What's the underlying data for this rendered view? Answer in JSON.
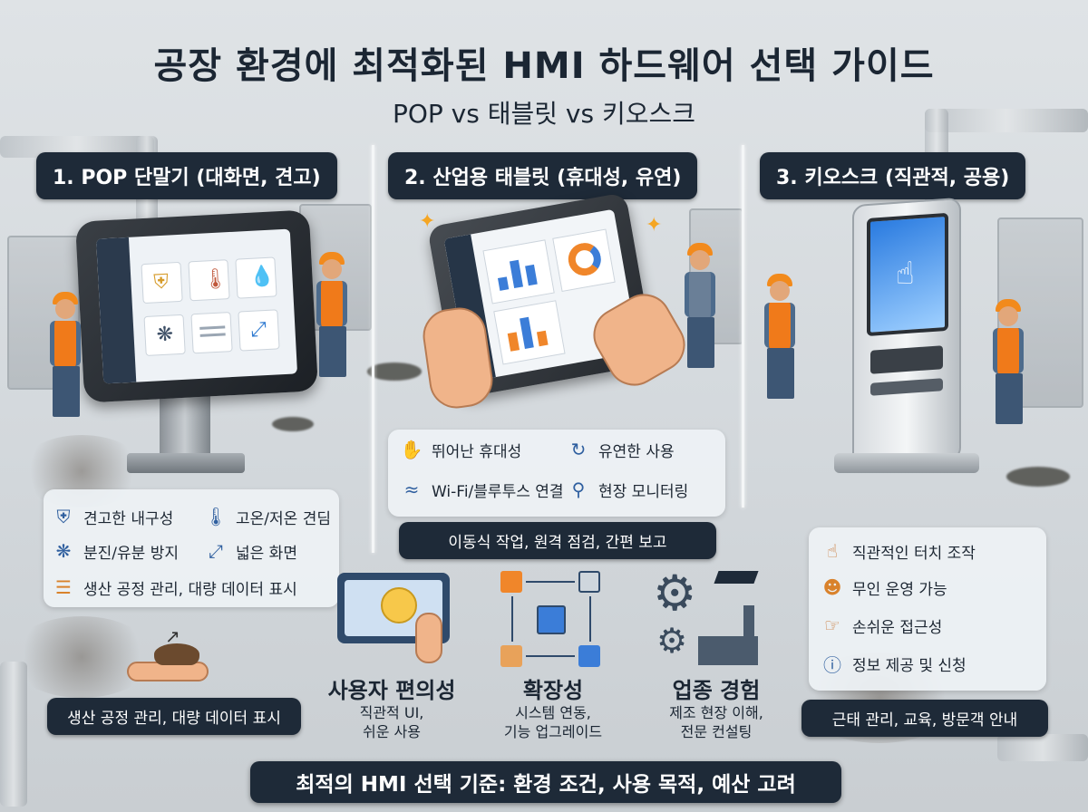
{
  "header": {
    "title": "공장 환경에 최적화된 HMI 하드웨어 선택 가이드",
    "subtitle": "POP vs 태블릿 vs 키오스크"
  },
  "sections": [
    {
      "heading": "1. POP 단말기 (대화면, 견고)",
      "features": [
        {
          "label": "견고한 내구성",
          "icon": "shield-check-icon"
        },
        {
          "label": "고온/저온 견딤",
          "icon": "thermometer-icon"
        },
        {
          "label": "분진/유분 방지",
          "icon": "dust-icon"
        },
        {
          "label": "넓은 화면",
          "icon": "expand-icon"
        },
        {
          "label": "생산 공정 관리, 대량 데이터 표시",
          "icon": "hierarchy-icon"
        }
      ],
      "summary": "생산 공정 관리, 대량 데이터 표시"
    },
    {
      "heading": "2. 산업용 태블릿 (휴대성, 유연)",
      "features": [
        {
          "label": "뛰어난 휴대성",
          "icon": "hand-icon"
        },
        {
          "label": "유연한 사용",
          "icon": "refresh-icon"
        },
        {
          "label": "Wi-Fi/블루투스 연결",
          "icon": "wifi-icon"
        },
        {
          "label": "현장 모니터링",
          "icon": "signal-icon"
        }
      ],
      "summary": "이동식 작업, 원격 점검, 간편 보고"
    },
    {
      "heading": "3. 키오스크 (직관적, 공용)",
      "features": [
        {
          "label": "직관적인 터치 조작",
          "icon": "touch-icon"
        },
        {
          "label": "무인 운영 가능",
          "icon": "person-icon"
        },
        {
          "label": "손쉬운 접근성",
          "icon": "hand-reach-icon"
        },
        {
          "label": "정보 제공 및 신청",
          "icon": "info-icon"
        }
      ],
      "summary": "근태 관리, 교육, 방문객 안내"
    }
  ],
  "criteria": [
    {
      "title": "사용자 편의성",
      "desc_line1": "직관적 UI,",
      "desc_line2": "쉬운 사용",
      "icon": "smiley-touch-icon"
    },
    {
      "title": "확장성",
      "desc_line1": "시스템 연동,",
      "desc_line2": "기능 업그레이드",
      "icon": "modules-icon"
    },
    {
      "title": "업종 경험",
      "desc_line1": "제조 현장 이해,",
      "desc_line2": "전문 컨설팅",
      "icon": "gears-factory-icon"
    }
  ],
  "footer": {
    "conclusion": "최적의 HMI 선택 기준: 환경 조건, 사용 목적, 예산 고려"
  },
  "colors": {
    "dark_navy": "#1e2a38",
    "accent_blue": "#2f5f9f",
    "safety_orange": "#f07a1a"
  }
}
